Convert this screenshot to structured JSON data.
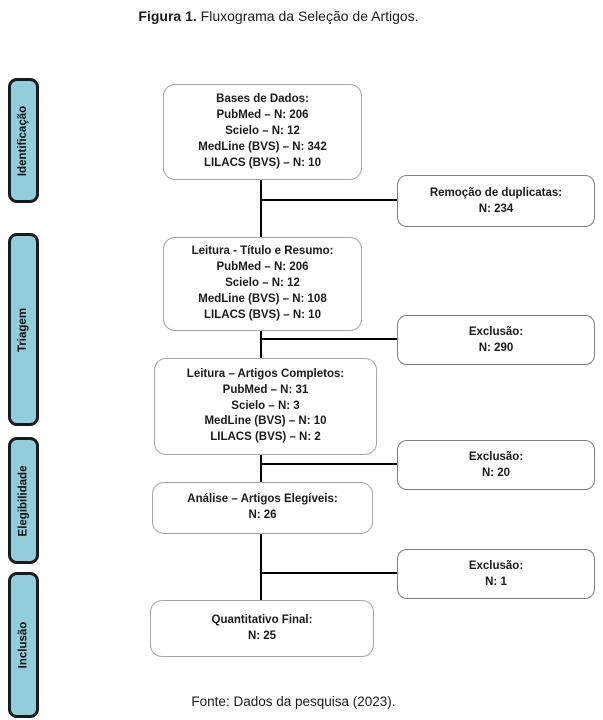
{
  "figure": {
    "title_bold": "Figura 1.",
    "title_text": " Fluxograma da Seleção de Artigos.",
    "source_note": "Fonte: Dados da pesquisa (2023)."
  },
  "colors": {
    "stage_fill": "#92cddc",
    "stage_border": "#1a1a1a",
    "flow_box_border": "#a6a6a6",
    "side_box_border": "#7f7f7f",
    "connector": "#000000",
    "text": "#1a1a1a"
  },
  "stages": [
    {
      "label": "Identificação"
    },
    {
      "label": "Triagem"
    },
    {
      "label": "Elegibilidade"
    },
    {
      "label": "Inclusão"
    }
  ],
  "flow": {
    "boxes": [
      {
        "lines": [
          "Bases de Dados:",
          "PubMed – N: 206",
          "Scielo – N: 12",
          "MedLine (BVS) – N: 342",
          "LILACS (BVS) – N: 10"
        ]
      },
      {
        "lines": [
          "Leitura - Título e Resumo:",
          "PubMed – N: 206",
          "Scielo – N: 12",
          "MedLine (BVS) – N: 108",
          "LILACS (BVS) – N: 10"
        ]
      },
      {
        "lines": [
          "Leitura – Artigos Completos:",
          "PubMed – N: 31",
          "Scielo – N: 3",
          "MedLine (BVS) – N: 10",
          "LILACS (BVS) – N: 2"
        ]
      },
      {
        "lines": [
          "Análise – Artigos Elegíveis:",
          "N: 26"
        ]
      },
      {
        "lines": [
          "Quantitativo Final:",
          "N: 25"
        ]
      }
    ],
    "side_boxes": [
      {
        "lines": [
          "Remoção de duplicatas:",
          "N: 234"
        ]
      },
      {
        "lines": [
          "Exclusão:",
          "N: 290"
        ]
      },
      {
        "lines": [
          "Exclusão:",
          "N: 20"
        ]
      },
      {
        "lines": [
          "Exclusão:",
          "N: 1"
        ]
      }
    ]
  }
}
